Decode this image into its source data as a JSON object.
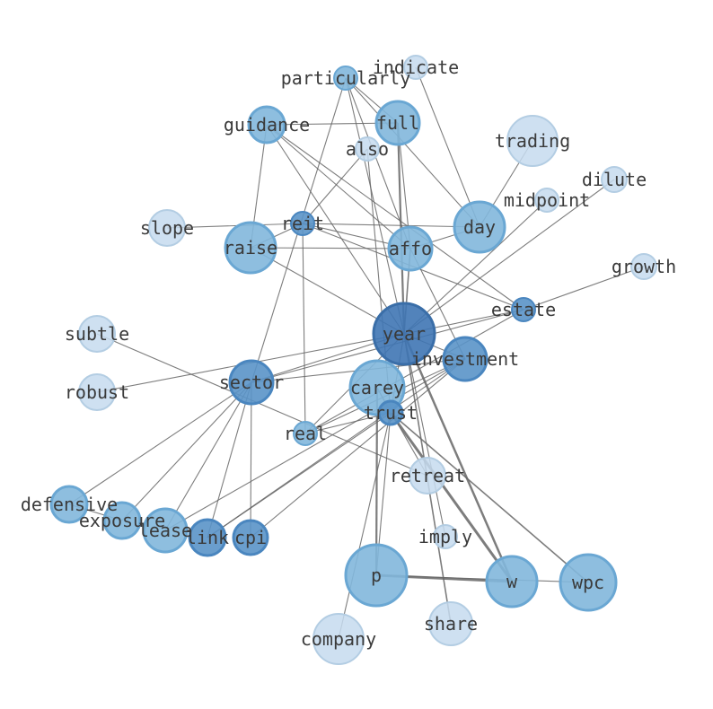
{
  "graph": {
    "colors": {
      "light": "#c6dbef",
      "medium": "#82b7dc",
      "dark": "#5a93c8",
      "darkest": "#3f76b4",
      "edge": "#666666"
    },
    "nodes": [
      {
        "id": "year",
        "label": "year",
        "tone": "darkest"
      },
      {
        "id": "investment",
        "label": "investment",
        "tone": "dark"
      },
      {
        "id": "sector",
        "label": "sector",
        "tone": "dark"
      },
      {
        "id": "carey",
        "label": "carey",
        "tone": "medium"
      },
      {
        "id": "trust",
        "label": "trust",
        "tone": "dark"
      },
      {
        "id": "real",
        "label": "real",
        "tone": "medium"
      },
      {
        "id": "retreat",
        "label": "retreat",
        "tone": "light"
      },
      {
        "id": "estate",
        "label": "estate",
        "tone": "dark"
      },
      {
        "id": "growth",
        "label": "growth",
        "tone": "light"
      },
      {
        "id": "subtle",
        "label": "subtle",
        "tone": "light"
      },
      {
        "id": "robust",
        "label": "robust",
        "tone": "light"
      },
      {
        "id": "slope",
        "label": "slope",
        "tone": "light"
      },
      {
        "id": "reit",
        "label": "reit",
        "tone": "dark"
      },
      {
        "id": "raise",
        "label": "raise",
        "tone": "medium"
      },
      {
        "id": "affo",
        "label": "affo",
        "tone": "medium"
      },
      {
        "id": "day",
        "label": "day",
        "tone": "medium"
      },
      {
        "id": "midpoint",
        "label": "midpoint",
        "tone": "light"
      },
      {
        "id": "dilute",
        "label": "dilute",
        "tone": "light"
      },
      {
        "id": "trading",
        "label": "trading",
        "tone": "light"
      },
      {
        "id": "also",
        "label": "also",
        "tone": "light"
      },
      {
        "id": "guidance",
        "label": "guidance",
        "tone": "medium"
      },
      {
        "id": "full",
        "label": "full",
        "tone": "medium"
      },
      {
        "id": "particularly",
        "label": "particularly",
        "tone": "medium"
      },
      {
        "id": "indicate",
        "label": "indicate",
        "tone": "light"
      },
      {
        "id": "defensive",
        "label": "defensive",
        "tone": "medium"
      },
      {
        "id": "exposure",
        "label": "exposure",
        "tone": "medium"
      },
      {
        "id": "lease",
        "label": "lease",
        "tone": "medium"
      },
      {
        "id": "link",
        "label": "link",
        "tone": "dark"
      },
      {
        "id": "cpi",
        "label": "cpi",
        "tone": "dark"
      },
      {
        "id": "imply",
        "label": "imply",
        "tone": "light"
      },
      {
        "id": "p",
        "label": "p",
        "tone": "medium"
      },
      {
        "id": "w",
        "label": "w",
        "tone": "medium"
      },
      {
        "id": "wpc",
        "label": "wpc",
        "tone": "medium"
      },
      {
        "id": "share",
        "label": "share",
        "tone": "light"
      },
      {
        "id": "company",
        "label": "company",
        "tone": "light"
      }
    ],
    "edges": [
      [
        "year",
        "investment"
      ],
      [
        "year",
        "sector"
      ],
      [
        "year",
        "trust"
      ],
      [
        "year",
        "raise"
      ],
      [
        "year",
        "affo"
      ],
      [
        "year",
        "full"
      ],
      [
        "year",
        "guidance"
      ],
      [
        "year",
        "particularly"
      ],
      [
        "year",
        "midpoint"
      ],
      [
        "year",
        "dilute"
      ],
      [
        "year",
        "w"
      ],
      [
        "year",
        "share"
      ],
      [
        "year",
        "robust"
      ],
      [
        "year",
        "real"
      ],
      [
        "year",
        "estate"
      ],
      [
        "sector",
        "defensive"
      ],
      [
        "sector",
        "exposure"
      ],
      [
        "sector",
        "lease"
      ],
      [
        "sector",
        "link"
      ],
      [
        "sector",
        "cpi"
      ],
      [
        "sector",
        "investment"
      ],
      [
        "sector",
        "estate"
      ],
      [
        "sector",
        "particularly"
      ],
      [
        "trust",
        "w"
      ],
      [
        "trust",
        "wpc"
      ],
      [
        "trust",
        "carey"
      ],
      [
        "trust",
        "p"
      ],
      [
        "trust",
        "company"
      ],
      [
        "trust",
        "link"
      ],
      [
        "trust",
        "real"
      ],
      [
        "trust",
        "also"
      ],
      [
        "p",
        "w"
      ],
      [
        "p",
        "wpc"
      ],
      [
        "carey",
        "p"
      ],
      [
        "subtle",
        "retreat"
      ],
      [
        "retreat",
        "carey"
      ],
      [
        "real",
        "investment"
      ],
      [
        "real",
        "reit"
      ],
      [
        "real",
        "estate"
      ],
      [
        "estate",
        "growth"
      ],
      [
        "estate",
        "reit"
      ],
      [
        "estate",
        "guidance"
      ],
      [
        "slope",
        "reit"
      ],
      [
        "reit",
        "day"
      ],
      [
        "reit",
        "affo"
      ],
      [
        "reit",
        "raise"
      ],
      [
        "reit",
        "also"
      ],
      [
        "raise",
        "guidance"
      ],
      [
        "raise",
        "affo"
      ],
      [
        "guidance",
        "full"
      ],
      [
        "guidance",
        "affo"
      ],
      [
        "full",
        "affo"
      ],
      [
        "particularly",
        "affo"
      ],
      [
        "particularly",
        "full"
      ],
      [
        "indicate",
        "day"
      ],
      [
        "day",
        "trading"
      ],
      [
        "day",
        "particularly"
      ],
      [
        "day",
        "affo"
      ],
      [
        "investment",
        "link"
      ],
      [
        "investment",
        "cpi"
      ],
      [
        "investment",
        "lease"
      ],
      [
        "defensive",
        "exposure"
      ],
      [
        "imply",
        "year"
      ],
      [
        "investment",
        "affo"
      ]
    ]
  }
}
